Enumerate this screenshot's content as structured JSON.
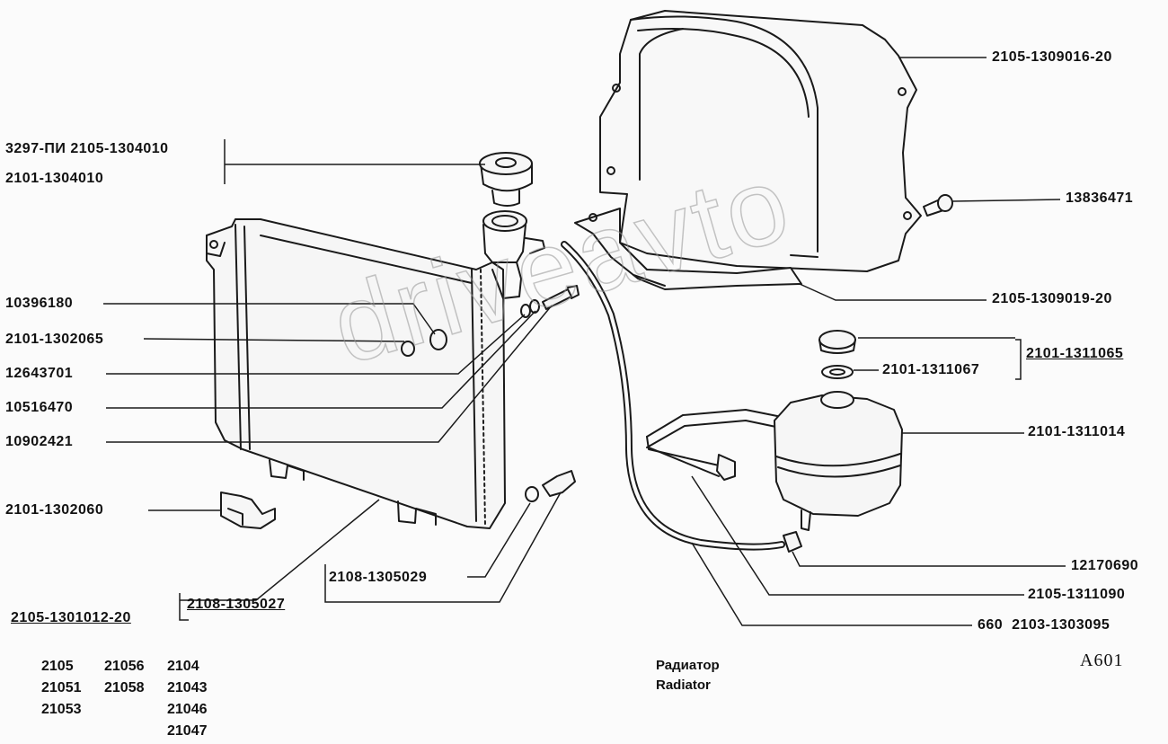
{
  "watermark": "driveavto",
  "labels": {
    "cap_1": "3297-ПИ 2105-1304010",
    "cap_2": "2101-1304010",
    "shroud_top": "2105-1309016-20",
    "bolt_right": "13836471",
    "shroud_bottom": "2105-1309019-20",
    "tank_cap_group": "2101-1311065",
    "tank_gasket": "2101-1311067",
    "tank": "2101-1311014",
    "clamp": "12170690",
    "strap": "2105-1311090",
    "hose": "660  2103-1303095",
    "l10396180": "10396180",
    "l2101_1302065": "2101-1302065",
    "l12643701": "12643701",
    "l10516470": "10516470",
    "l10902421": "10902421",
    "pad": "2101-1302060",
    "drain_gasket": "2108-1305029",
    "drain_plug": "2108-1305027",
    "radiator": "2105-1301012-20"
  },
  "models": {
    "col1": [
      "2105",
      "21051",
      "21053"
    ],
    "col2": [
      "21056",
      "21058"
    ],
    "col3": [
      "2104",
      "21043",
      "21046",
      "21047"
    ]
  },
  "title_ru": "Радиатор",
  "title_en": "Radiator",
  "figure_code": "A601"
}
